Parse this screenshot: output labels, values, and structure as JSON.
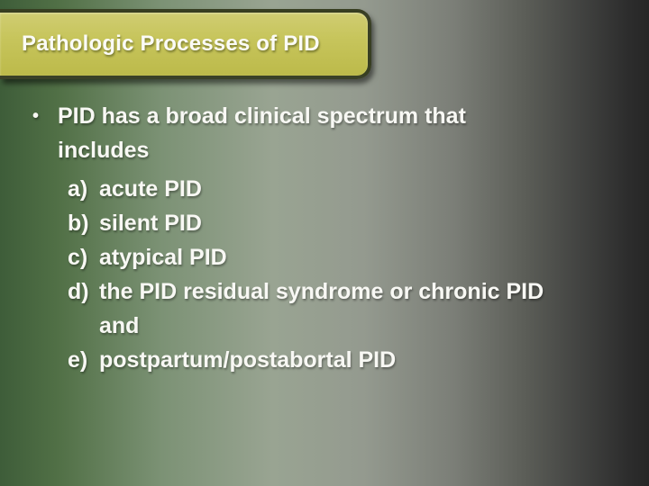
{
  "slide": {
    "title": "Pathologic Processes of PID",
    "lead": {
      "marker": "•",
      "line1": "PID has a broad clinical spectrum that",
      "line2": "includes"
    },
    "items": [
      {
        "marker": "a)",
        "line1": "acute PID"
      },
      {
        "marker": "b)",
        "line1": "silent PID"
      },
      {
        "marker": "c)",
        "line1": "atypical PID"
      },
      {
        "marker": "d)",
        "line1": "the PID residual syndrome or chronic PID",
        "line2": "and"
      },
      {
        "marker": "e)",
        "line1": "postpartum/postabortal PID"
      }
    ],
    "colors": {
      "banner_fill": "#c7c55c",
      "banner_border": "#20281a",
      "background_left": "#3e5d39",
      "background_mid": "#99a492",
      "background_right": "#262626",
      "text": "#f8f8f4"
    }
  }
}
